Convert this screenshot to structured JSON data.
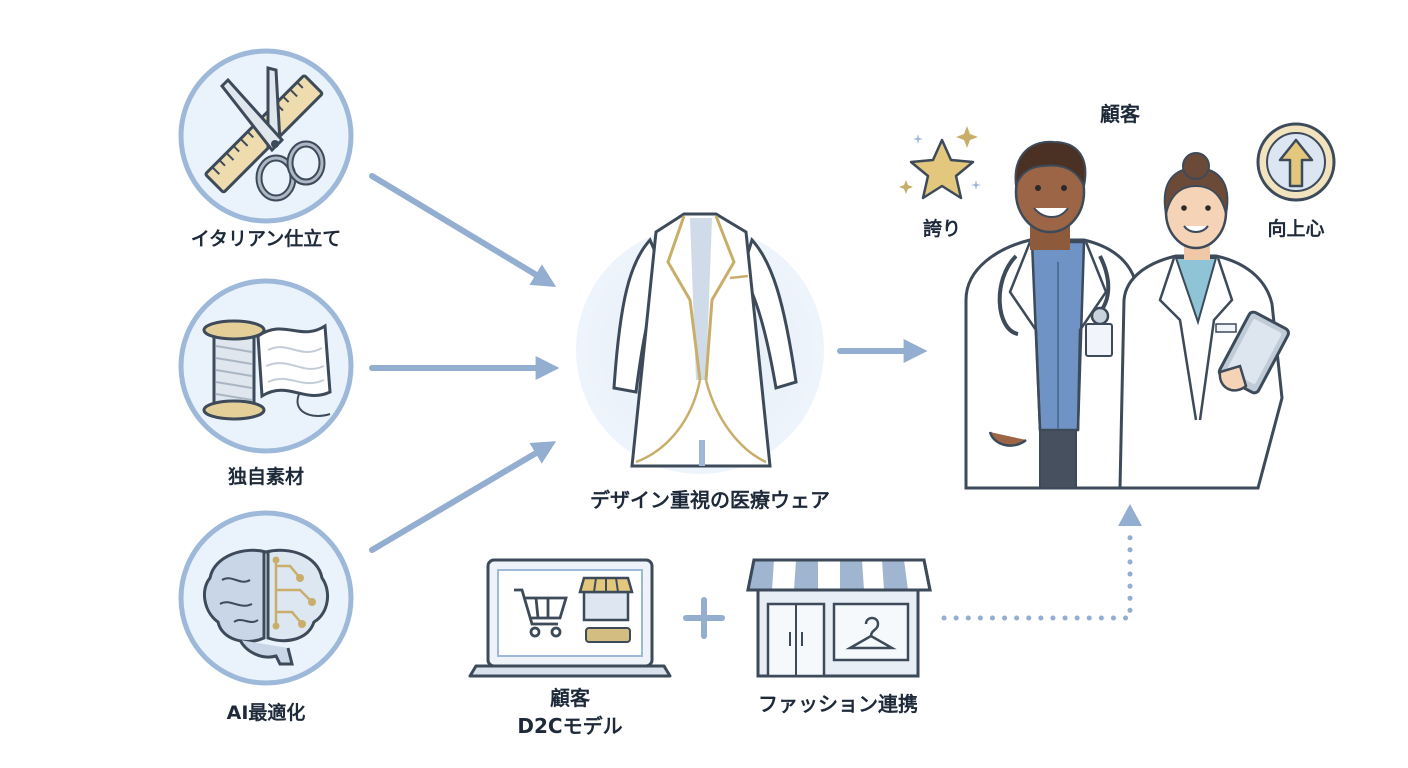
{
  "inputs": {
    "tailoring": "イタリアン仕立て",
    "material": "独自素材",
    "ai": "AI最適化"
  },
  "product": {
    "label": "デザイン重視の医療ウェア"
  },
  "customer": {
    "title": "顧客",
    "pride": "誇り",
    "aspiration": "向上心"
  },
  "channels": {
    "d2c_line1": "顧客",
    "d2c_line2": "D2Cモデル",
    "fashion": "ファッション連携",
    "plus": "+"
  },
  "colors": {
    "arrow": "#93aed0",
    "circle_fill": "#eaf2fb",
    "circle_stroke": "#9db8d8",
    "gold": "#c9ae6a",
    "outline": "#3d4a5a"
  }
}
